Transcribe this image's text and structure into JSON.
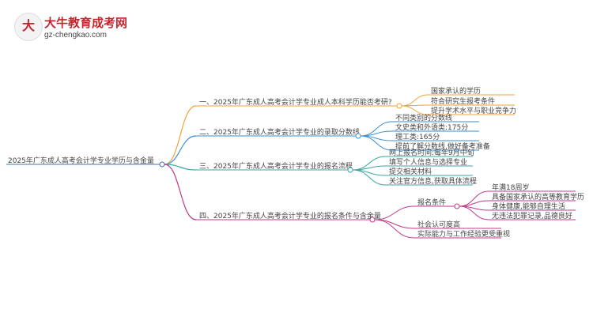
{
  "logo": {
    "brand": "大牛教育成考网",
    "domain": "gz-chengkao.com"
  },
  "mindmap": {
    "root": "2025年广东成人高考会计学专业学历与含金量",
    "branches": [
      {
        "label": "一、2025年广东成人高考会计学专业成人本科学历能否考研?",
        "color": "#f0a23b",
        "children": [
          "国家承认的学历",
          "符合研究生报考条件",
          "提升学术水平与职业竞争力"
        ]
      },
      {
        "label": "二、2025年广东成人高考会计学专业的录取分数线",
        "color": "#3a8ed0",
        "children": [
          "不同类别的分数线",
          "文史类和外语类:175分",
          "理工类:165分",
          "提前了解分数线,做好备考准备"
        ]
      },
      {
        "label": "三、2025年广东成人高考会计学专业的报名流程",
        "color": "#3aa6a0",
        "children": [
          "网上报名时间:每年9月中旬",
          "填写个人信息与选择专业",
          "提交相关材料",
          "关注官方信息,获取具体流程"
        ]
      },
      {
        "label": "四、2025年广东成人高考会计学专业的报名条件与含金量",
        "color": "#c03a8a",
        "children": [
          {
            "label": "报名条件",
            "children": [
              "年满18周岁",
              "具备国家承认的高等教育学历",
              "身体健康,能够自理生活",
              "无违法犯罪记录,品德良好"
            ]
          },
          "社会认可度高",
          "实际能力与工作经验更受重视"
        ]
      }
    ]
  }
}
